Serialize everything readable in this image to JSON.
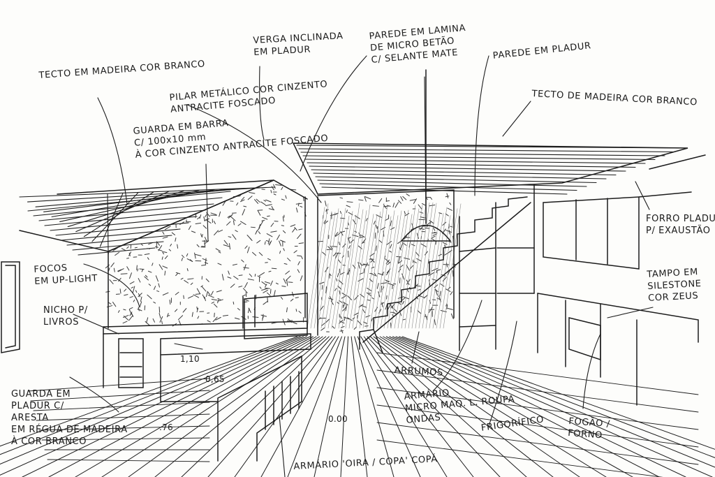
{
  "annotations": {
    "verga": "VERGA INCLINADA\nEM PLADUR",
    "parede_lamina": "PAREDE EM LAMINA\nDE MICRO BETÃO\nC/ SELANTE MATE",
    "parede_pladur": "PAREDE EM PLADUR",
    "tecto_madeira_esq": "TECTO EM MADEIRA COR BRANCO",
    "pilar": "PILAR METÁLICO COR CINZENTO\nANTRACITE FOSCADO",
    "tecto_madeira_dir": "TECTO DE MADEIRA COR BRANCO",
    "guarda_barra": "GUARDA EM BARRA\nC/ 100x10 mm\nÀ COR CINZENTO ANTRACITE FOSCADO",
    "forro": "FORRO PLADUR\nP/ EXAUSTÃO",
    "focos": "FOCOS\nEM UP-LIGHT",
    "tampo": "TAMPO EM\nSILESTONE\nCOR ZEUS",
    "nicho": "NICHO P/\nLIVROS",
    "arrumos": "ARRUMOS",
    "armario_maq": "ARMÁRIO\nMICRO MAQ. L. ROUPA\nONDAS",
    "guarda_pladur": "GUARDA EM\nPLADUR C/\nARESTA\nEM RÉGUA DE MADEIRA\nÀ COR BRANCO",
    "frigorifico": "FRIGORÍFICO",
    "fogao": "FOGÃO /\nFORNO",
    "armario_bottom": "ARMÁRIO 'OIRA / COPA' COPÁ"
  },
  "dimensions": {
    "d110": "1,10",
    "d065": "0,65",
    "d076": ".76",
    "d000": "0.00"
  }
}
